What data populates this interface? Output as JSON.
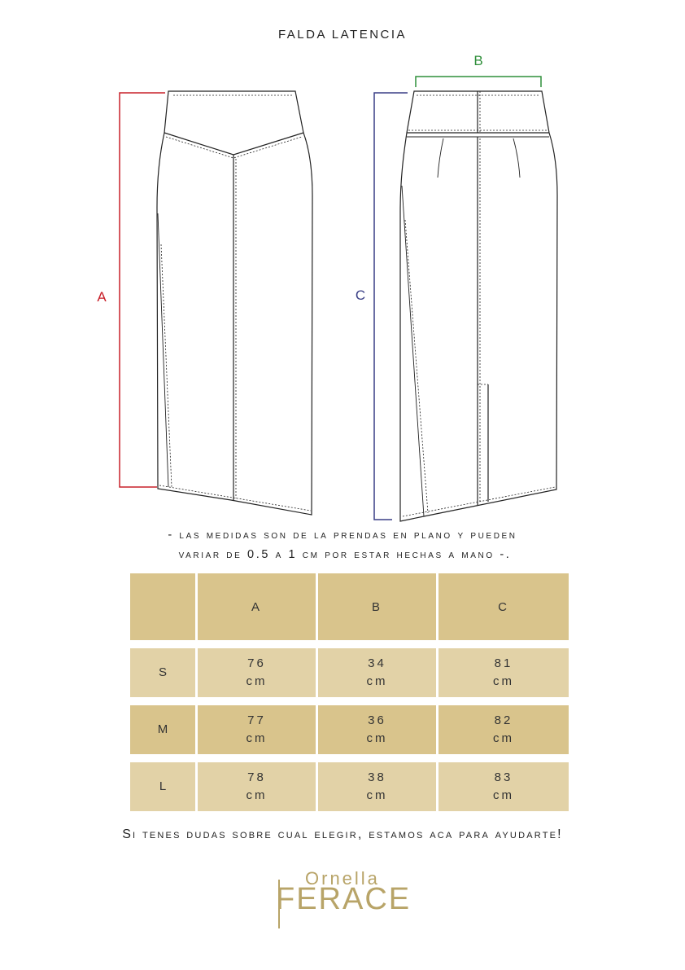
{
  "title": "FALDA LATENCIA",
  "labels": {
    "a": "A",
    "b": "B",
    "c": "C"
  },
  "colors": {
    "a": "#c8202a",
    "b": "#2f8f3a",
    "c": "#3a3f86",
    "header_bg": "#d9c48c",
    "row_bg": "#e2d2a7",
    "logo": "#b8a468"
  },
  "note": {
    "line1": "- las medidas son de la prendas en plano y pueden",
    "line2": "variar de 0.5 a 1 cm por estar hechas a mano -."
  },
  "table": {
    "headers": [
      "",
      "A",
      "B",
      "C"
    ],
    "rows": [
      {
        "size": "S",
        "a": "76",
        "b": "34",
        "c": "81"
      },
      {
        "size": "M",
        "a": "77",
        "b": "36",
        "c": "82"
      },
      {
        "size": "L",
        "a": "78",
        "b": "38",
        "c": "83"
      }
    ],
    "unit": "cm"
  },
  "footer": "Si tenes dudas sobre cual elegir, estamos aca para ayudarte!",
  "logo": {
    "top_word": "Ornella",
    "bottom_word": "FERACE"
  }
}
